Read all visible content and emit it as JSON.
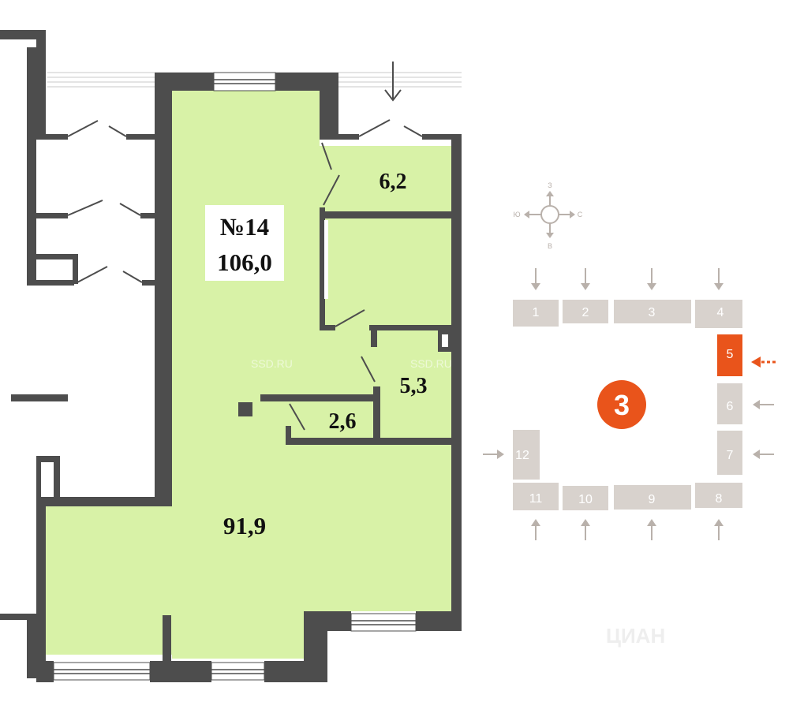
{
  "apartment": {
    "number": "№14",
    "total_area": "106,0",
    "rooms": [
      {
        "id": "main",
        "area": "91,9"
      },
      {
        "id": "vestibule",
        "area": "6,2"
      },
      {
        "id": "storage",
        "area": "5,3"
      },
      {
        "id": "wc",
        "area": "2,6"
      }
    ]
  },
  "watermarks": {
    "ssd_1": "SSD.RU",
    "ssd_2": "SSD.RU",
    "cian": "ЦИАН"
  },
  "site_plan": {
    "section": "3",
    "compass": {
      "north": "З",
      "south": "В",
      "west": "Ю",
      "east": "С"
    },
    "blocks": [
      {
        "label": "1"
      },
      {
        "label": "2"
      },
      {
        "label": "3"
      },
      {
        "label": "4"
      },
      {
        "label": "5",
        "highlight": true
      },
      {
        "label": "6"
      },
      {
        "label": "7"
      },
      {
        "label": "8"
      },
      {
        "label": "9"
      },
      {
        "label": "10"
      },
      {
        "label": "11"
      },
      {
        "label": "12"
      }
    ],
    "colors": {
      "block": "#d8d2cd",
      "highlight": "#e9541b",
      "section_badge": "#e9541b",
      "arrow": "#b9b1ab"
    }
  },
  "colors": {
    "wall": "#4d4d4d",
    "room_fill": "#d8f2a7"
  }
}
